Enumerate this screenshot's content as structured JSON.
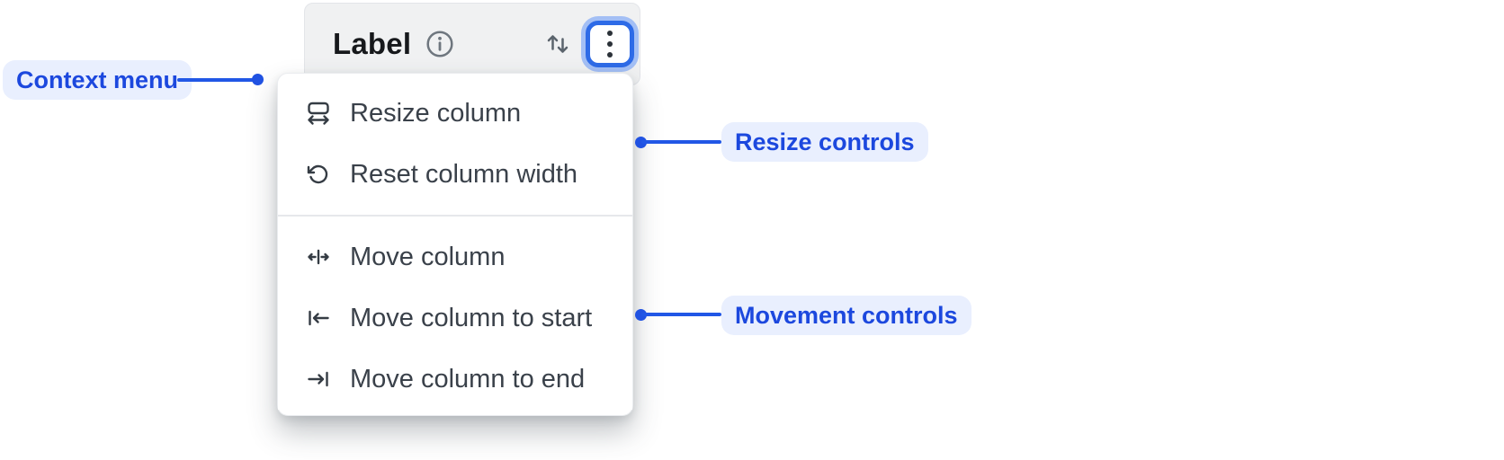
{
  "header": {
    "label": "Label",
    "icons": {
      "info": "info-icon",
      "sort": "sort-arrows-icon",
      "menu": "kebab-menu-icon"
    }
  },
  "menu": {
    "groups": [
      {
        "name": "resize-controls",
        "items": [
          {
            "icon": "resize-column-icon",
            "label": "Resize column"
          },
          {
            "icon": "reset-column-width-icon",
            "label": "Reset column width"
          }
        ]
      },
      {
        "name": "movement-controls",
        "items": [
          {
            "icon": "move-column-icon",
            "label": "Move column"
          },
          {
            "icon": "move-column-to-start-icon",
            "label": "Move column to start"
          },
          {
            "icon": "move-column-to-end-icon",
            "label": "Move column to end"
          }
        ]
      }
    ]
  },
  "annotations": {
    "context_menu": {
      "label": "Context menu"
    },
    "resize": {
      "label": "Resize controls"
    },
    "movement": {
      "label": "Movement controls"
    }
  },
  "colors": {
    "annotation_text": "#1c48de",
    "annotation_bg": "#e9effe",
    "connector_blue": "#2157e6",
    "focus_ring_inner": "#2e6be7",
    "focus_ring_outer": "#a3bff5",
    "header_bg": "#f0f1f2",
    "menu_text": "#3a414a",
    "menu_bg": "#ffffff"
  }
}
